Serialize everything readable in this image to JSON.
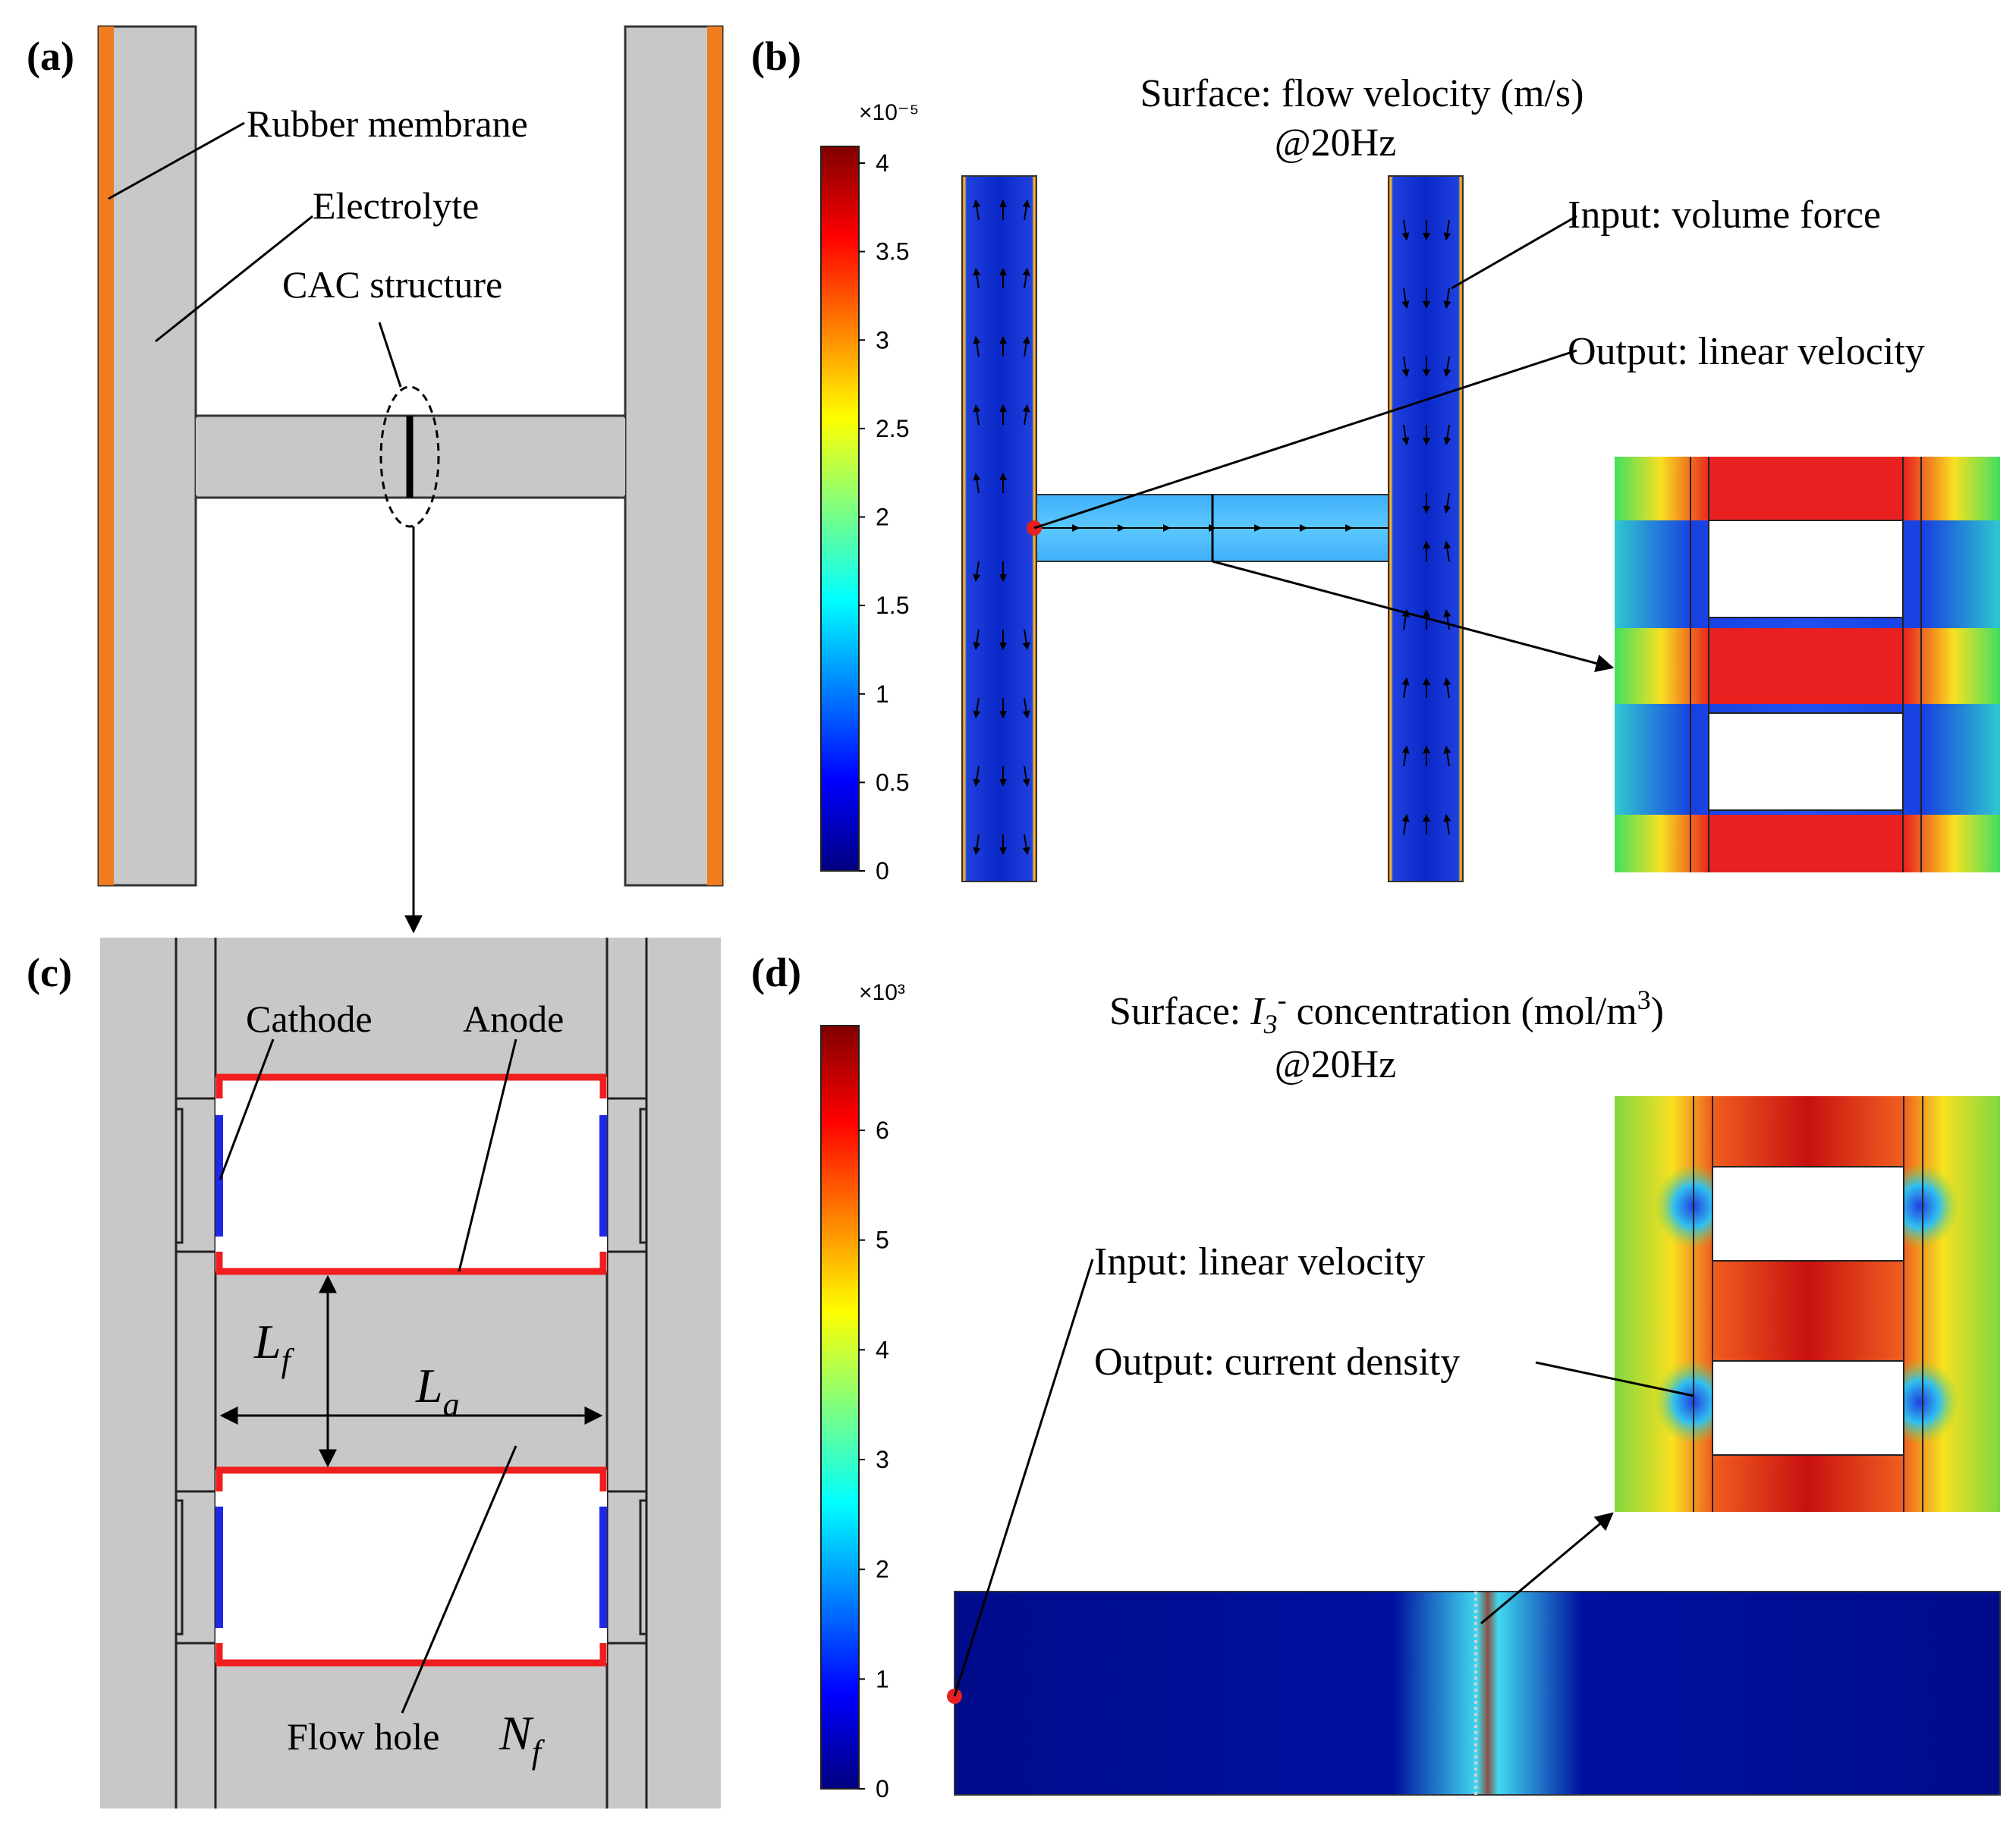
{
  "panels": {
    "a": "(a)",
    "b": "(b)",
    "c": "(c)",
    "d": "(d)"
  },
  "panel_a": {
    "rubber_membrane": "Rubber membrane",
    "electrolyte": "Electrolyte",
    "cac_structure": "CAC structure"
  },
  "panel_b": {
    "title_line1": "Surface: flow velocity (m/s)",
    "title_line2": "@20Hz",
    "scale_exponent": "×10⁻⁵",
    "colorbar_ticks": [
      "0",
      "0.5",
      "1",
      "1.5",
      "2",
      "2.5",
      "3",
      "3.5",
      "4"
    ],
    "input_label": "Input: volume force",
    "output_label": "Output: linear velocity"
  },
  "panel_c": {
    "cathode": "Cathode",
    "anode": "Anode",
    "lf": "L",
    "lf_sub": "f",
    "la": "L",
    "la_sub": "a",
    "flow_hole": "Flow hole",
    "nf": "N",
    "nf_sub": "f"
  },
  "panel_d": {
    "title_prefix": "Surface: ",
    "title_species": "I",
    "title_species_sub": "3",
    "title_species_sup": "-",
    "title_suffix": " concentration (mol/m",
    "title_unit_sup": "3",
    "title_close": ")",
    "title_line2": "@20Hz",
    "scale_exponent": "×10³",
    "colorbar_ticks": [
      "0",
      "1",
      "2",
      "3",
      "4",
      "5",
      "6"
    ],
    "input_label": "Input: linear velocity",
    "output_label": "Output: current density"
  },
  "colors": {
    "membrane": "#f07c1e",
    "electrolyte": "#c8c8c8",
    "electrode_anode": "#f01e1e",
    "electrode_cathode": "#1e28e6",
    "marker": "#e62020"
  }
}
